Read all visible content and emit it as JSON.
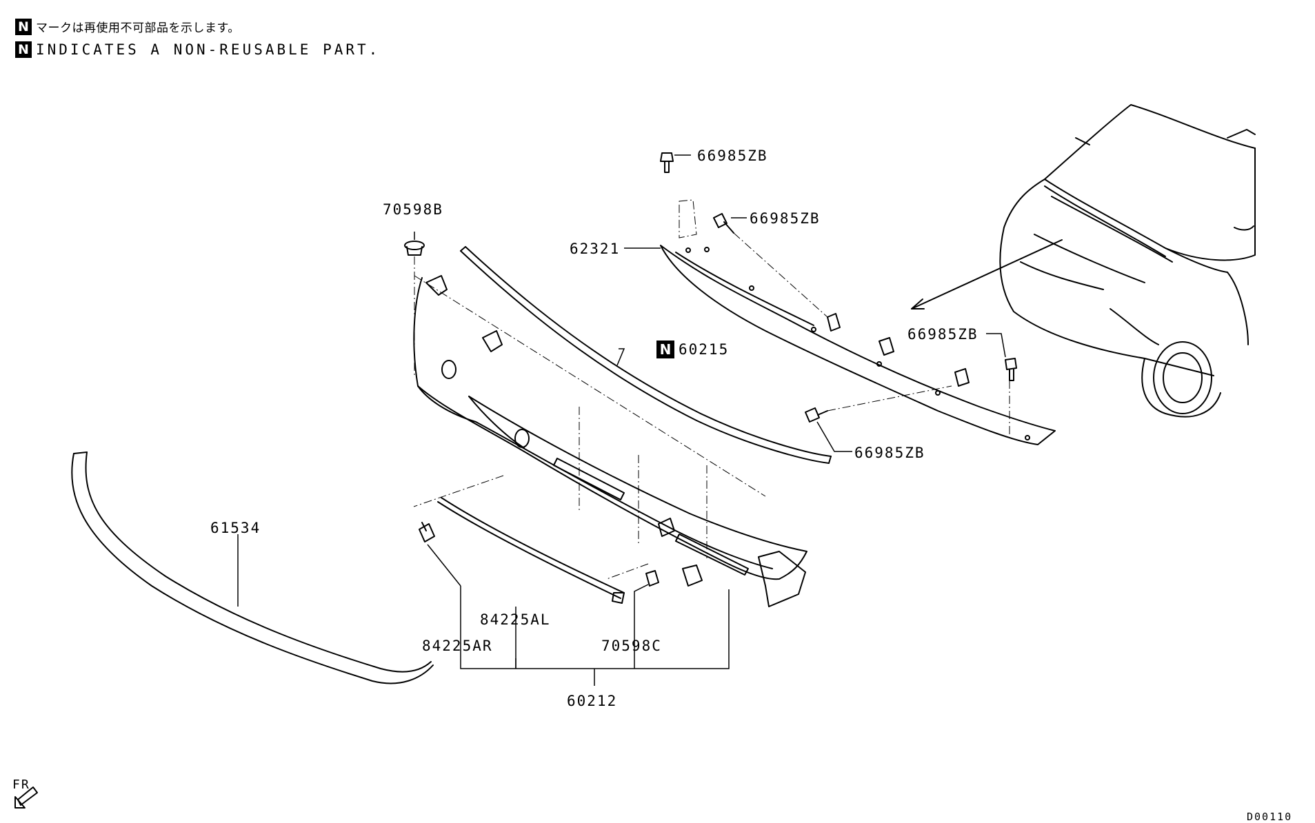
{
  "legend": {
    "badge": "N",
    "japanese": "マークは再使用不可部品を示します。",
    "english": "INDICATES A NON-REUSABLE PART."
  },
  "parts": {
    "p66985zb_top": "66985ZB",
    "p66985zb_mid": "66985ZB",
    "p62321": "62321",
    "p70598b": "70598B",
    "p60215": "60215",
    "p60215_badge": "N",
    "p66985zb_right": "66985ZB",
    "p66985zb_bottom": "66985ZB",
    "p61534": "61534",
    "p84225al": "84225AL",
    "p84225ar": "84225AR",
    "p70598c": "70598C",
    "p60212": "60212"
  },
  "fr_label": "FR",
  "diagram_id": "D00110"
}
